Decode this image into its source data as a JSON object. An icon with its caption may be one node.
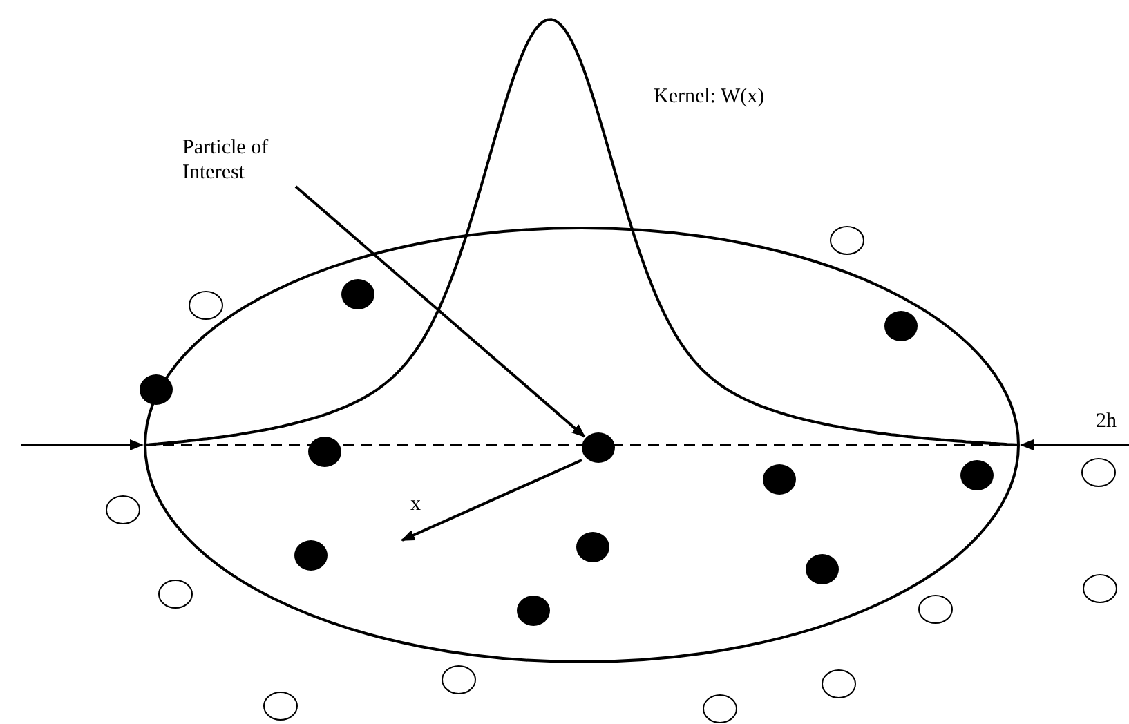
{
  "diagram": {
    "nodes": [
      {
        "text": [
          "Particle of Interest"
        ]
      },
      {
        "text": [],
        "shape": "circle"
      }
    ],
    "edges": [
      {
        "from": 0,
        "to": 1,
        "arrow": "to"
      },
      {
        "from": 1,
        "to": null,
        "arrow": "to",
        "label": "x"
      }
    ],
    "labels": [
      "Kernel: W(x)",
      "2h"
    ]
  }
}
